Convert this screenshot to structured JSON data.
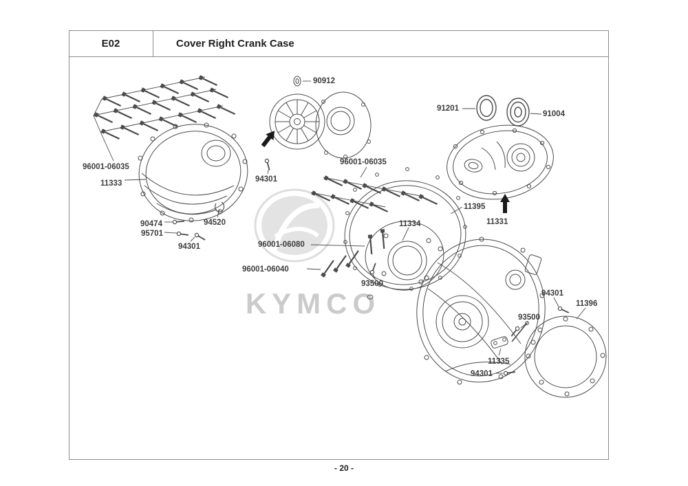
{
  "header": {
    "code": "E02",
    "title": "Cover Right Crank Case"
  },
  "watermark": "KYMCO",
  "footer": {
    "page": "- 20 -"
  },
  "labels": [
    {
      "id": "90912",
      "text": "90912"
    },
    {
      "id": "91201",
      "text": "91201"
    },
    {
      "id": "91004",
      "text": "91004"
    },
    {
      "id": "96001-06035-left",
      "text": "96001-06035"
    },
    {
      "id": "11333",
      "text": "11333"
    },
    {
      "id": "94301-top",
      "text": "94301"
    },
    {
      "id": "96001-06035-center",
      "text": "96001-06035"
    },
    {
      "id": "11395",
      "text": "11395"
    },
    {
      "id": "11334",
      "text": "11334"
    },
    {
      "id": "11331",
      "text": "11331"
    },
    {
      "id": "90474",
      "text": "90474"
    },
    {
      "id": "95701",
      "text": "95701"
    },
    {
      "id": "94520",
      "text": "94520"
    },
    {
      "id": "94301-left",
      "text": "94301"
    },
    {
      "id": "96001-06080",
      "text": "96001-06080"
    },
    {
      "id": "96001-06040",
      "text": "96001-06040"
    },
    {
      "id": "93500-center",
      "text": "93500"
    },
    {
      "id": "94301-right",
      "text": "94301"
    },
    {
      "id": "11396",
      "text": "11396"
    },
    {
      "id": "93500-right",
      "text": "93500"
    },
    {
      "id": "11335",
      "text": "11335"
    },
    {
      "id": "94301-bottom",
      "text": "94301"
    }
  ]
}
